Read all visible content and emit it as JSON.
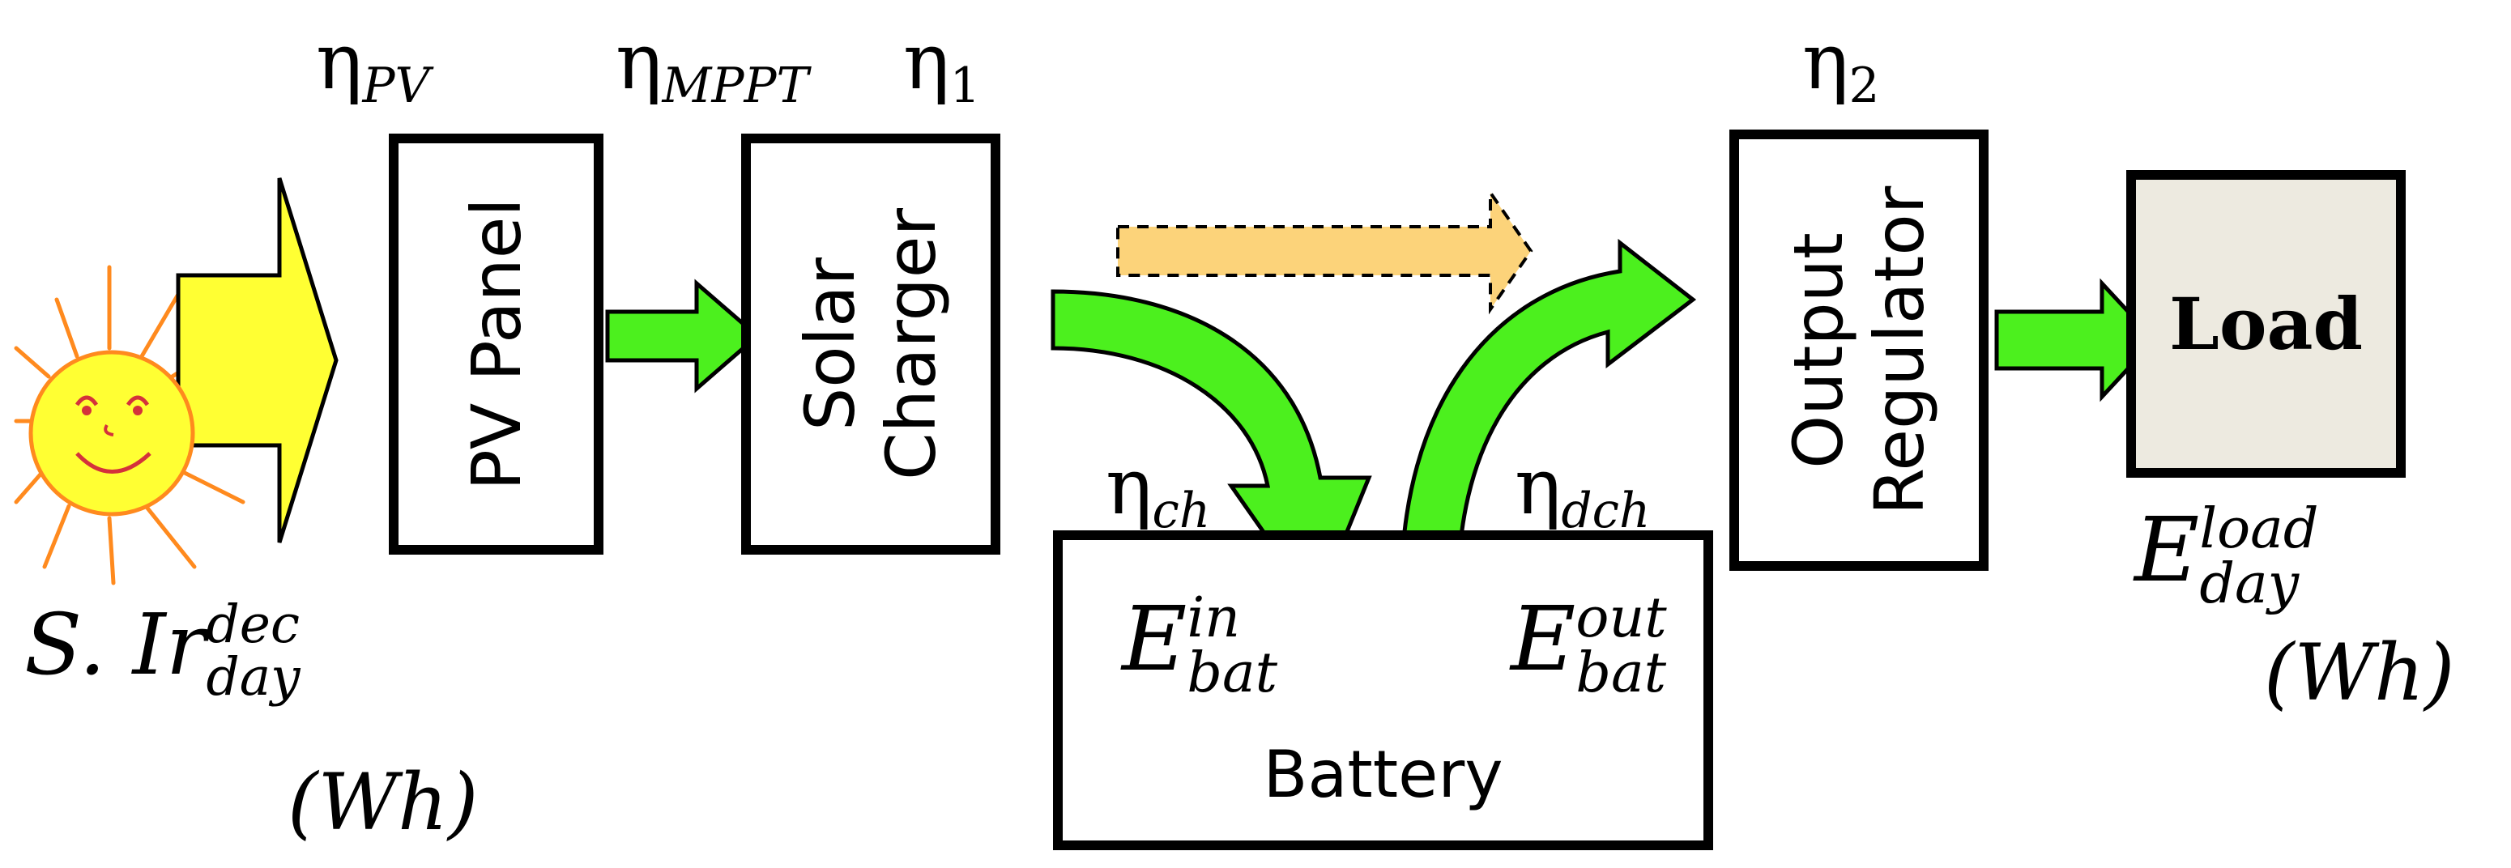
{
  "nodes": {
    "pv_panel": "PV Panel",
    "solar_charger_line1": "Solar",
    "solar_charger_line2": "Charger",
    "output_regulator_line1": "Output",
    "output_regulator_line2": "Regulator",
    "load": "Load",
    "battery": "Battery"
  },
  "efficiencies": {
    "eta_symbol": "η",
    "pv": "PV",
    "mppt": "MPPT",
    "one": "1",
    "two": "2",
    "ch": "ch",
    "dch": "dch"
  },
  "energies": {
    "irradiance_prefix": "S. Ir",
    "irradiance_sup": "dec",
    "irradiance_sub": "day",
    "irradiance_unit": "(Wh)",
    "bat_in_base": "E",
    "bat_in_sup": "in",
    "bat_in_sub": "bat",
    "bat_out_base": "E",
    "bat_out_sup": "out",
    "bat_out_sub": "bat",
    "load_base": "E",
    "load_sup": "load",
    "load_sub": "day",
    "load_unit": "(Wh)"
  },
  "colors": {
    "flow_green": "#4CF01E",
    "bypass_orange": "#FCD37A",
    "sun_yellow": "#FFFF33",
    "sun_ray": "#FF8A1E",
    "load_fill": "#EDEAE0"
  }
}
